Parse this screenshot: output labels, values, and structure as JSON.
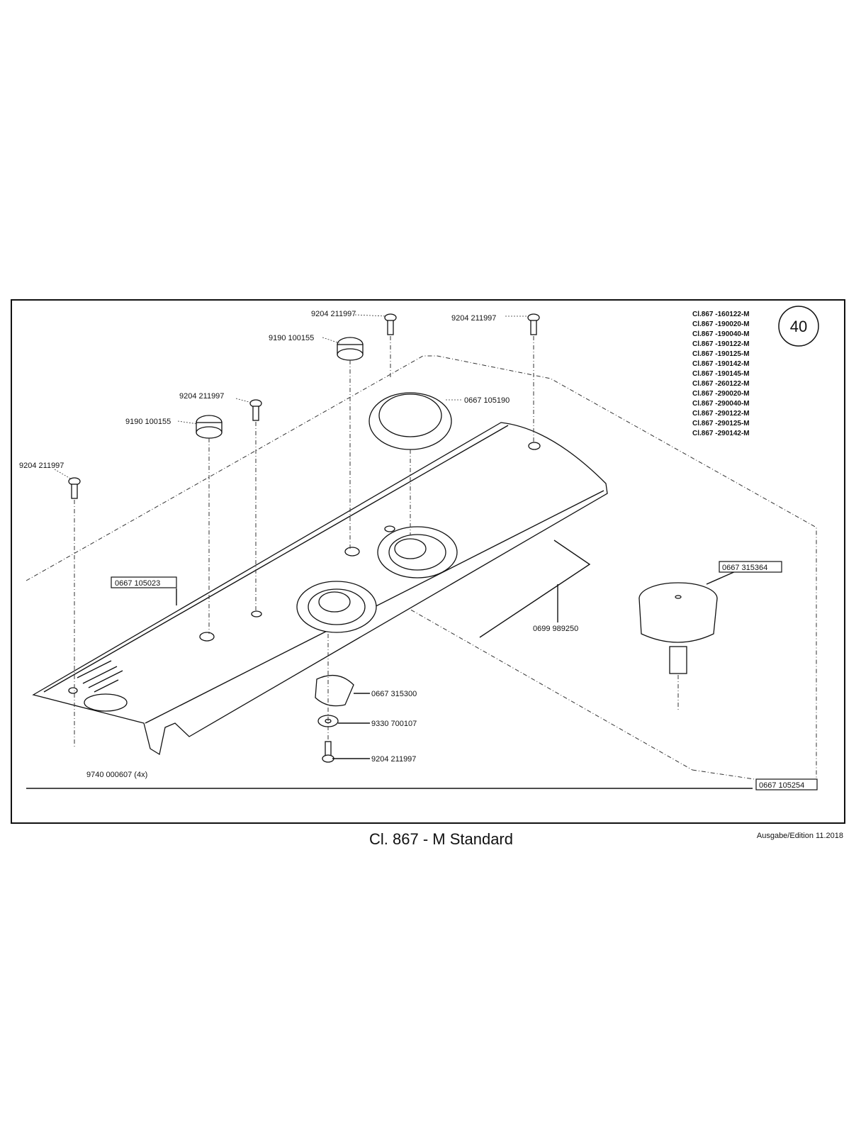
{
  "page_number": "40",
  "caption": "Cl. 867 - M Standard",
  "edition": "Ausgabe/Edition 11.2018",
  "variants": [
    "Cl.867 -160122-M",
    "Cl.867 -190020-M",
    "Cl.867 -190040-M",
    "Cl.867 -190122-M",
    "Cl.867 -190125-M",
    "Cl.867 -190142-M",
    "Cl.867 -190145-M",
    "Cl.867 -260122-M",
    "Cl.867 -290020-M",
    "Cl.867 -290040-M",
    "Cl.867 -290122-M",
    "Cl.867 -290125-M",
    "Cl.867 -290142-M"
  ],
  "parts": {
    "screw_top_center": "9204 211997",
    "screw_top_right": "9204 211997",
    "plug_top": "9190 100155",
    "cap": "0667 105190",
    "screw_mid": "9204 211997",
    "plug_mid": "9190 100155",
    "screw_left": "9204 211997",
    "cover_plate": "0667 105023",
    "knob": "0667 315364",
    "wire": "0699 989250",
    "cam_plate": "0667 315300",
    "washer": "9330 700107",
    "screw_bottom": "9204 211997",
    "rivet": "9740 000607  (4x)",
    "assembly": "0667 105254"
  }
}
